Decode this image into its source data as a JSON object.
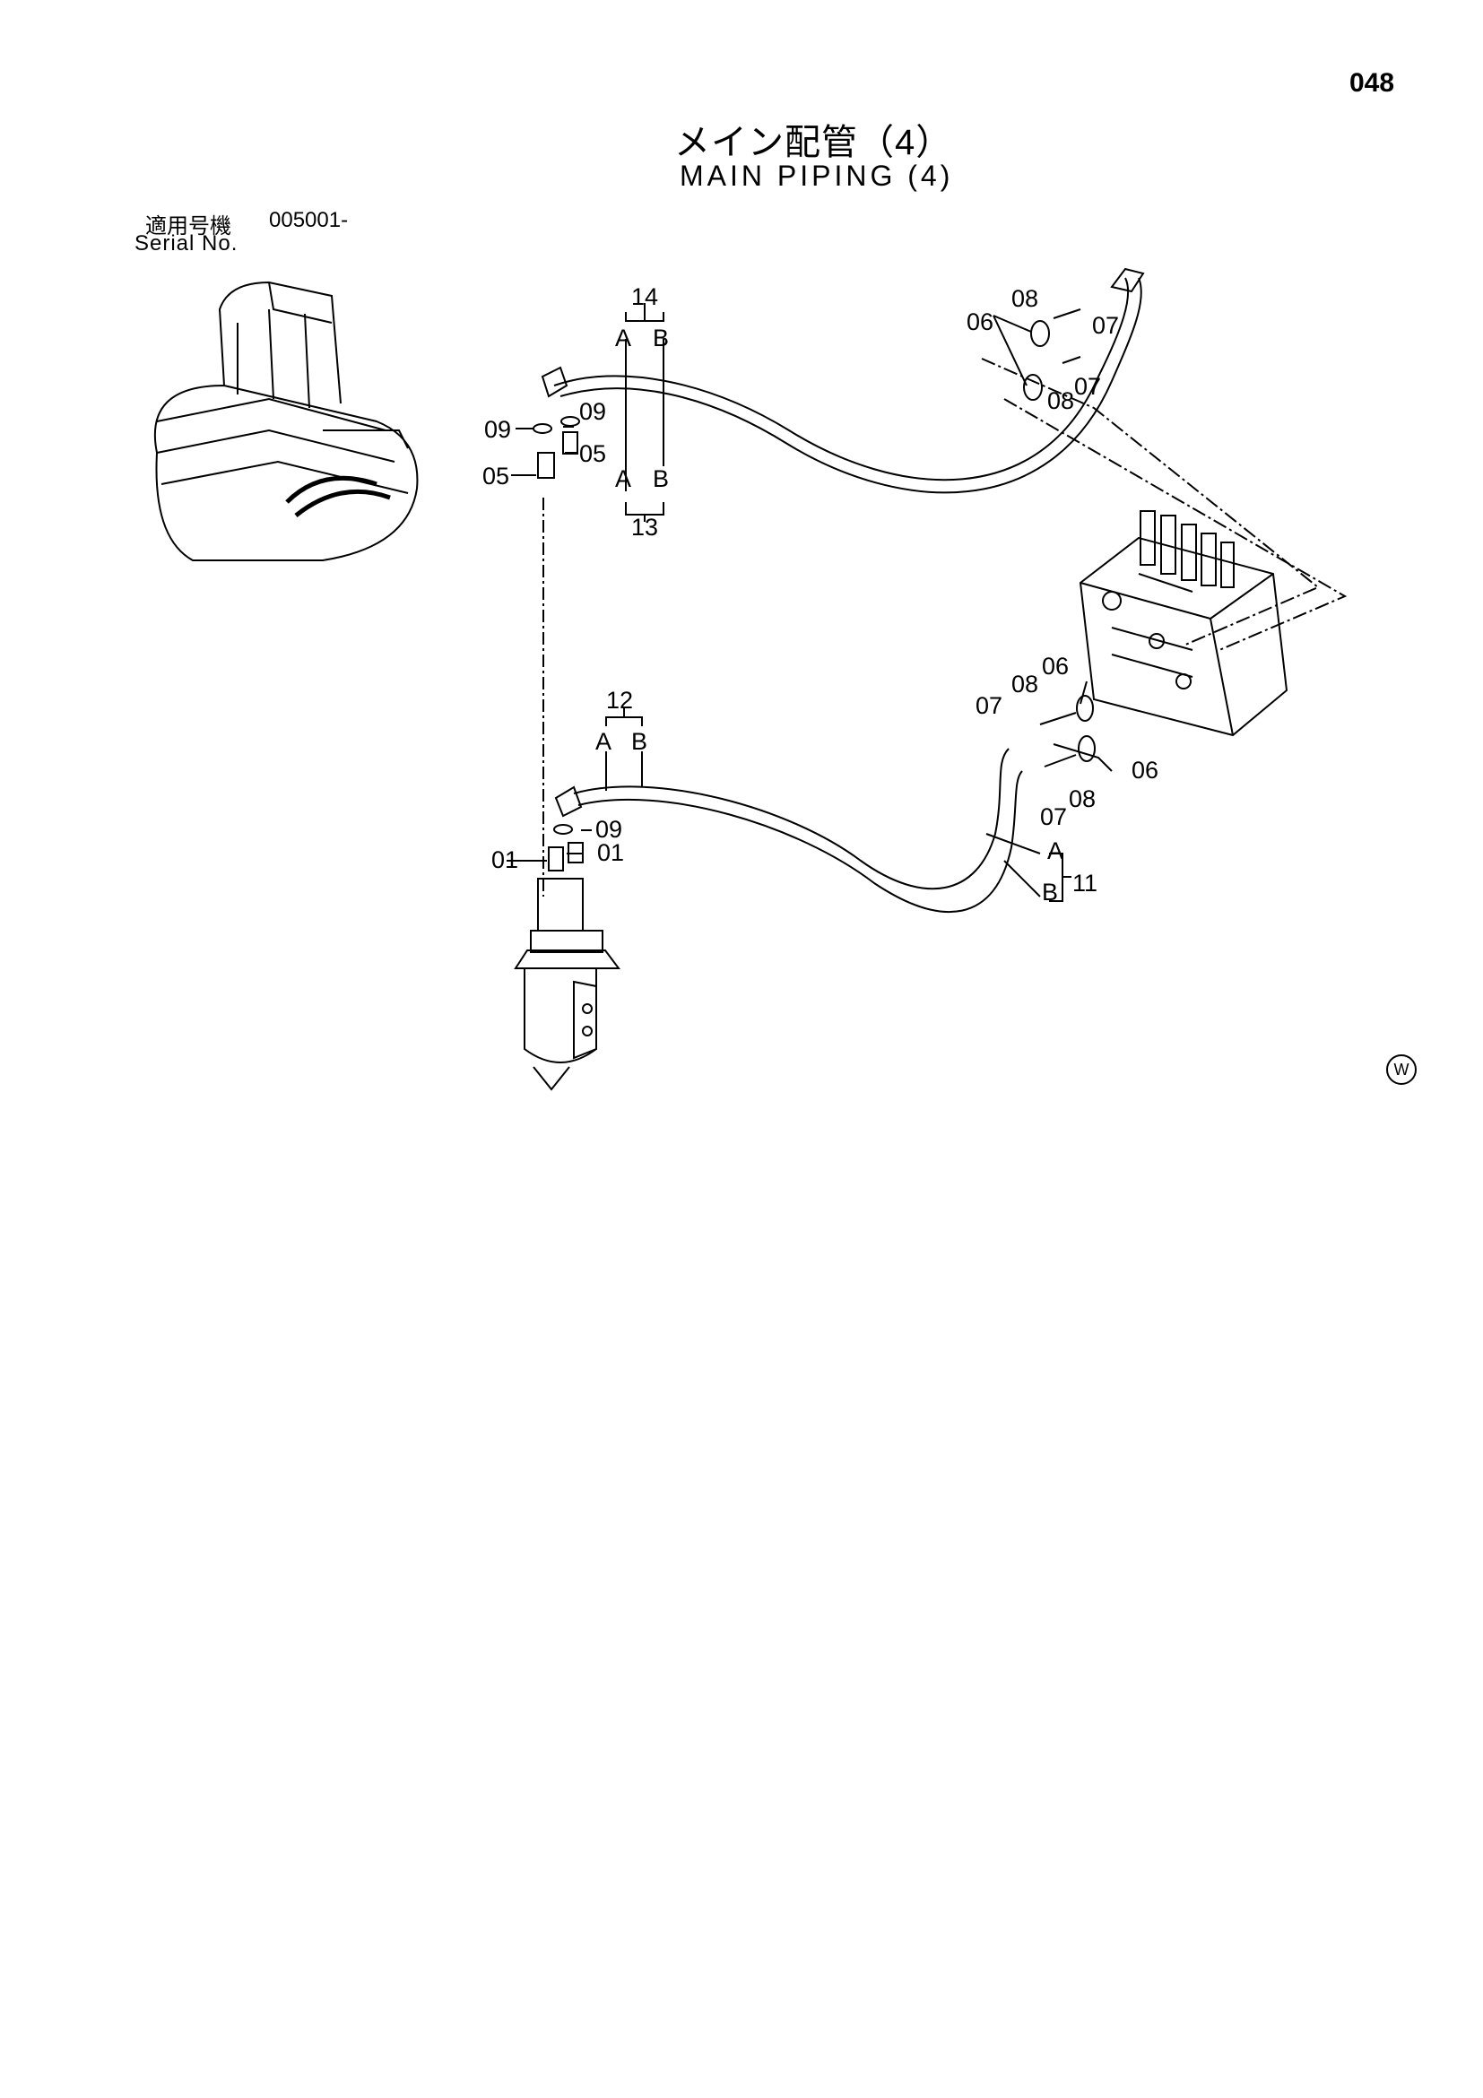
{
  "page": {
    "number": "048",
    "title_jp": "メイン配管（4）",
    "title_en": "MAIN PIPING (4)",
    "serial_label_jp": "適用号機",
    "serial_code": "005001-",
    "serial_label_en": "Serial No.",
    "watermark": "W"
  },
  "callouts": {
    "c14": "14",
    "c13": "13",
    "c12": "12",
    "c11": "11",
    "a": "A",
    "b": "B",
    "p01": "01",
    "p05": "05",
    "p06": "06",
    "p07": "07",
    "p08": "08",
    "p09": "09"
  }
}
